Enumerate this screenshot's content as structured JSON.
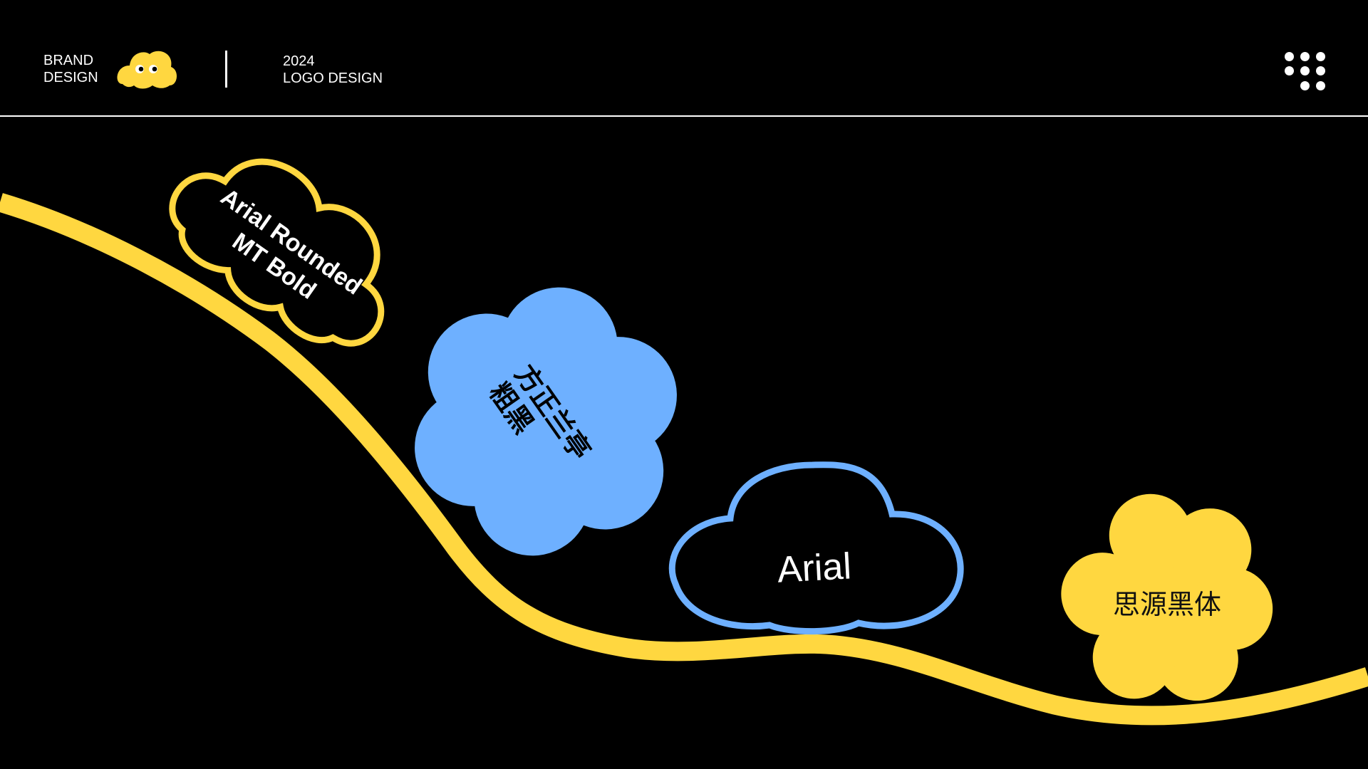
{
  "header": {
    "brand_line1": "BRAND",
    "brand_line2": "DESIGN",
    "year": "2024",
    "subtitle": "LOGO DESIGN",
    "menu_icon": "dots-grid-icon"
  },
  "fonts": [
    {
      "label_line1": "Arial Rounded",
      "label_line2": "MT Bold",
      "shape": "cloud-outline",
      "color": "#ffd740"
    },
    {
      "label_line1": "方正兰亭",
      "label_line2": "粗黑",
      "shape": "flower",
      "color": "#6eb0ff"
    },
    {
      "label_line1": "Arial",
      "shape": "cloud-outline",
      "color": "#6eb0ff"
    },
    {
      "label_line1": "思源黑体",
      "shape": "flower",
      "color": "#ffd740"
    }
  ],
  "colors": {
    "yellow": "#ffd740",
    "blue": "#6eb0ff",
    "background": "#000000"
  }
}
